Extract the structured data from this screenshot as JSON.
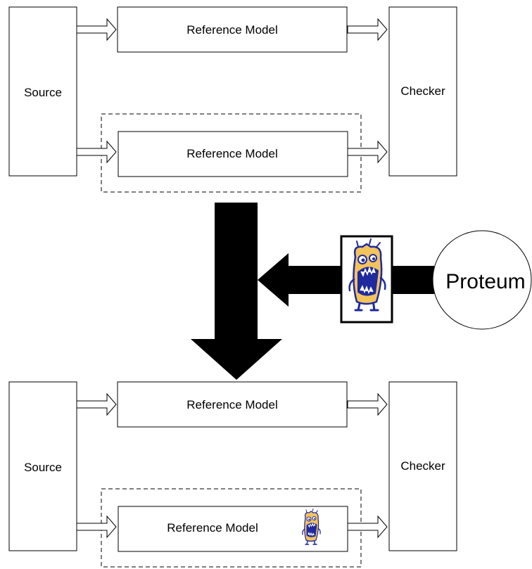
{
  "colors": {
    "stroke": "#000000",
    "fill": "#ffffff",
    "arrow_fill": "#000000",
    "creature_skin": "#f3c35c",
    "creature_ink": "#1f2a9e"
  },
  "top_diagram": {
    "source_label": "Source",
    "model_top_label": "Reference Model",
    "model_bottom_label": "Reference Model",
    "checker_label": "Checker"
  },
  "bottom_diagram": {
    "source_label": "Source",
    "model_top_label": "Reference Model",
    "model_bottom_label": "Reference Model",
    "checker_label": "Checker"
  },
  "mutation_tool": {
    "label": "Proteum",
    "mutant_icon": "monster-icon"
  }
}
